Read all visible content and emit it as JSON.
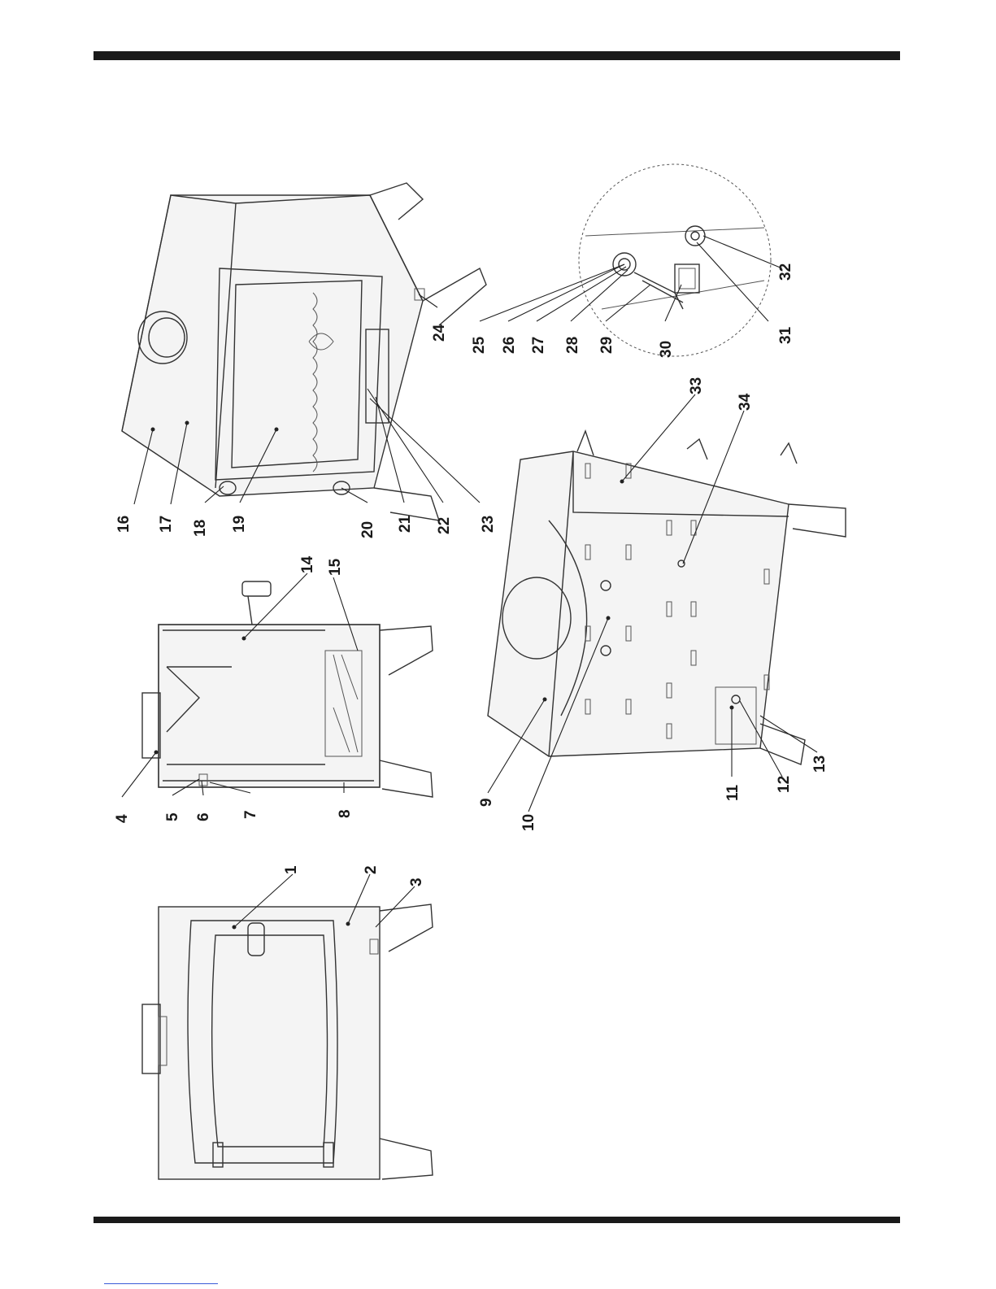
{
  "colors": {
    "rule": "#1a1a1a",
    "line": "#333333",
    "link": "#3a5bd8"
  },
  "callouts": {
    "c1": "1",
    "c2": "2",
    "c3": "3",
    "c4": "4",
    "c5": "5",
    "c6": "6",
    "c7": "7",
    "c8": "8",
    "c9": "9",
    "c10": "10",
    "c11": "11",
    "c12": "12",
    "c13": "13",
    "c14": "14",
    "c15": "15",
    "c16": "16",
    "c17": "17",
    "c18": "18",
    "c19": "19",
    "c20": "20",
    "c21": "21",
    "c22": "22",
    "c23": "23",
    "c24": "24",
    "c25": "25",
    "c26": "26",
    "c27": "27",
    "c28": "28",
    "c29": "29",
    "c30": "30",
    "c31": "31",
    "c32": "32",
    "c33": "33",
    "c34": "34"
  }
}
